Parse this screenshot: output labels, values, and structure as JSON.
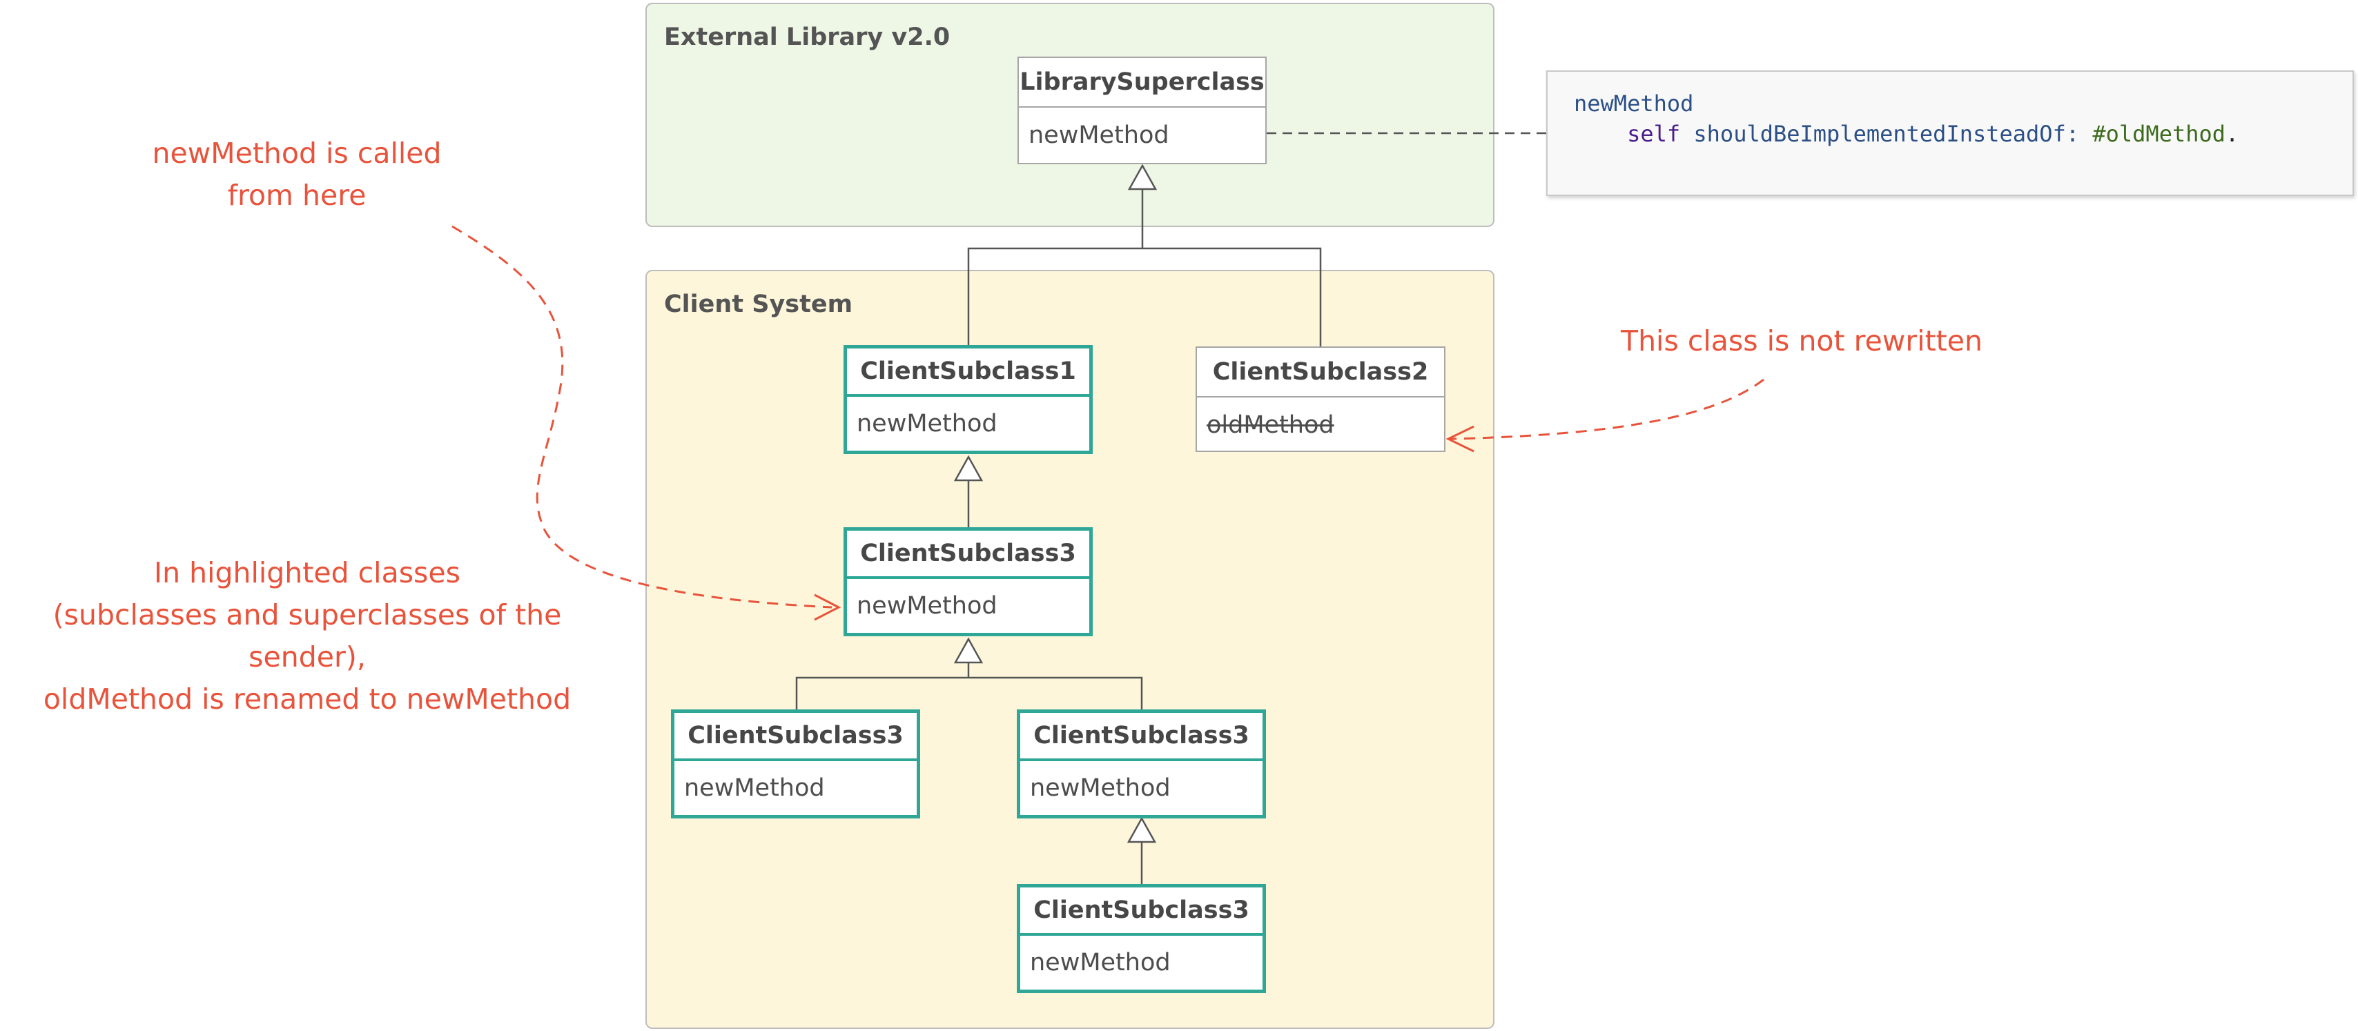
{
  "packages": {
    "library_title": "External Library v2.0",
    "client_title": "Client System"
  },
  "classes": {
    "library_superclass": {
      "name": "LibrarySuperclass",
      "method": "newMethod"
    },
    "client_subclass1": {
      "name": "ClientSubclass1",
      "method": "newMethod"
    },
    "client_subclass2": {
      "name": "ClientSubclass2",
      "method": "oldMethod"
    },
    "client_subclass3_mid": {
      "name": "ClientSubclass3",
      "method": "newMethod"
    },
    "client_subclass3_left": {
      "name": "ClientSubclass3",
      "method": "newMethod"
    },
    "client_subclass3_right": {
      "name": "ClientSubclass3",
      "method": "newMethod"
    },
    "client_subclass3_bottom": {
      "name": "ClientSubclass3",
      "method": "newMethod"
    }
  },
  "code": {
    "selector": "newMethod",
    "indent": "    ",
    "receiver": "self",
    "keyword": "shouldBeImplementedInsteadOf:",
    "argument": "#oldMethod",
    "terminator": "."
  },
  "annotations": {
    "called_from_line1": "newMethod is called",
    "called_from_line2": "from here",
    "not_rewritten": "This class is not rewritten",
    "highlighted_line1": "In highlighted classes",
    "highlighted_line2": "(subclasses and superclasses of the sender),",
    "highlighted_line3": "oldMethod is renamed to newMethod"
  },
  "colors": {
    "annotation": "#e8533b",
    "highlight_border": "#2ea797",
    "library_bg": "#eef7e5",
    "client_bg": "#fdf6db"
  }
}
